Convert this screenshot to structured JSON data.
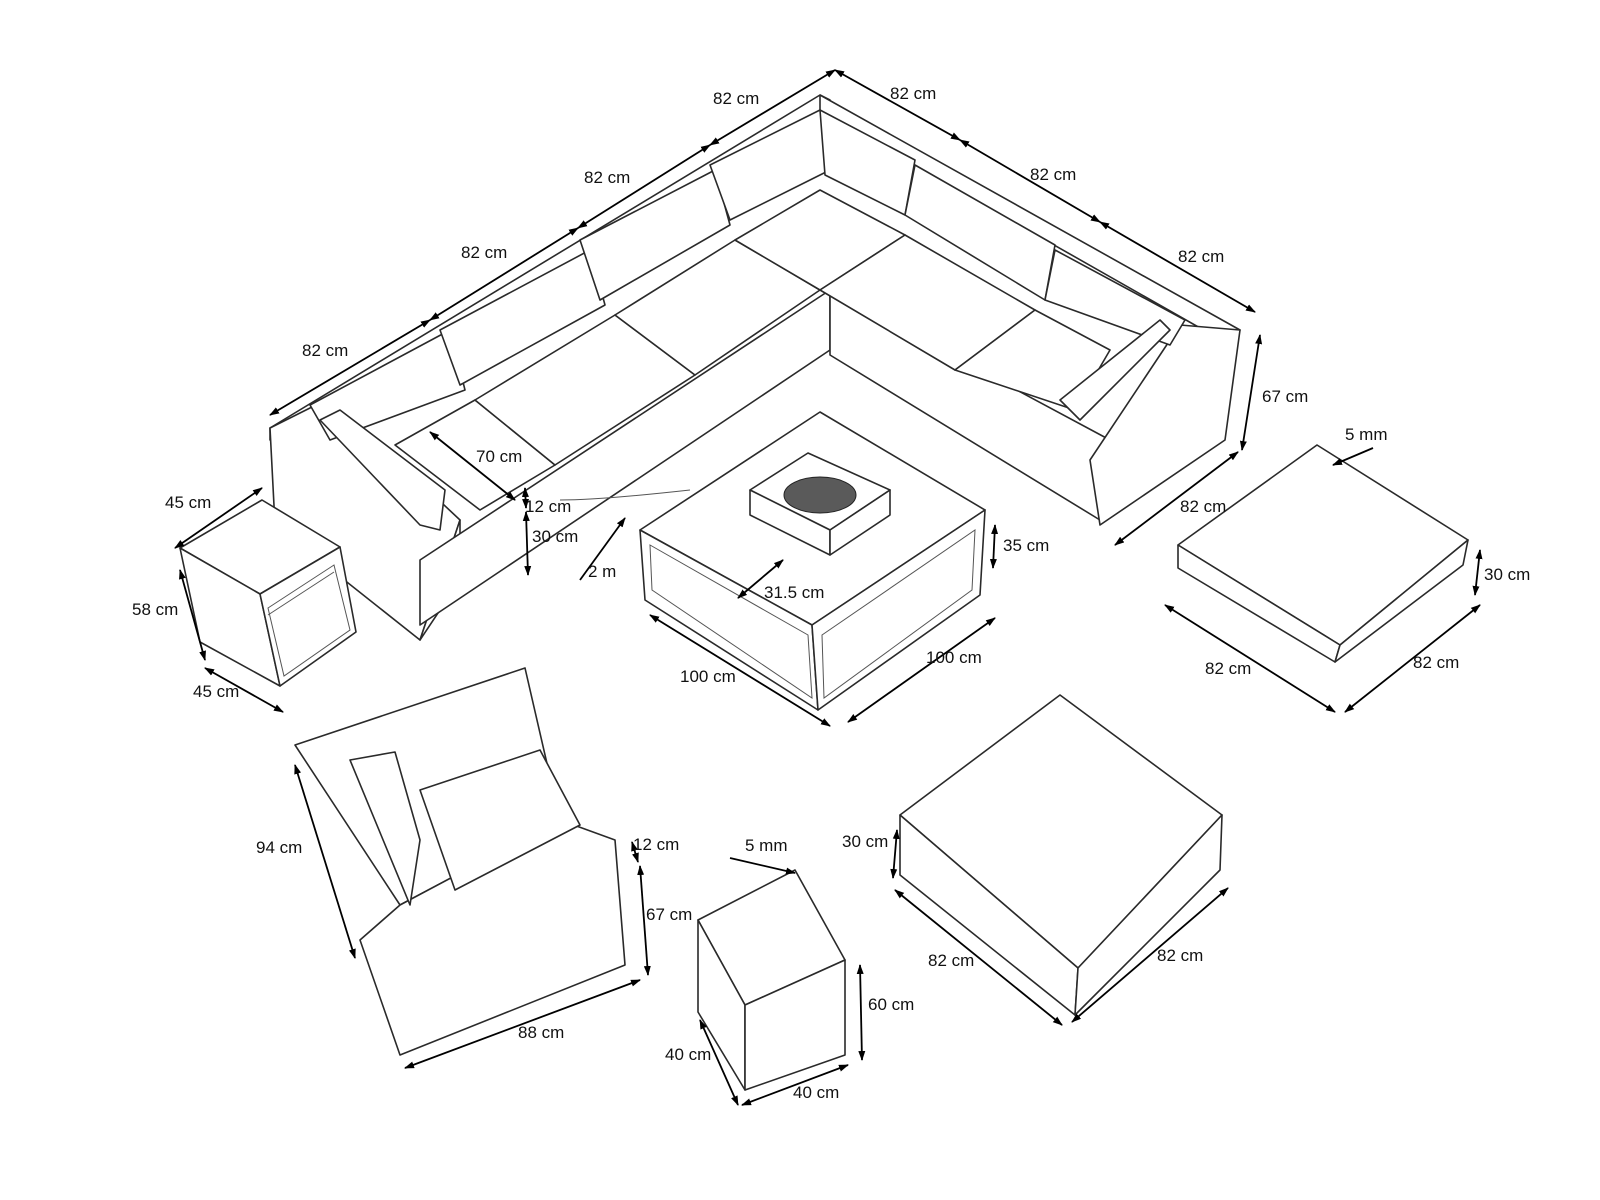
{
  "dimensions": {
    "sofa_top_left_1": "82 cm",
    "sofa_top_right_1": "82 cm",
    "sofa_top_left_2": "82 cm",
    "sofa_top_right_2": "82 cm",
    "sofa_top_left_3": "82 cm",
    "sofa_top_right_3": "82 cm",
    "sofa_top_left_4": "82 cm",
    "sofa_depth": "70 cm",
    "sofa_cushion_thickness": "12 cm",
    "sofa_seat_height": "30 cm",
    "rope_length": "2 m",
    "sofa_height": "67 cm",
    "sofa_right_width": "82 cm",
    "side_table_top": "45 cm",
    "side_table_height": "58 cm",
    "side_table_bottom": "45 cm",
    "fire_table_height": "35 cm",
    "fire_pit_width": "31.5 cm",
    "fire_table_left": "100 cm",
    "fire_table_right": "100 cm",
    "ottoman_gap": "5 mm",
    "ottoman_height": "30 cm",
    "ottoman_left": "82 cm",
    "ottoman_right": "82 cm",
    "armchair_depth": "94 cm",
    "armchair_cushion": "12 cm",
    "armchair_height": "67 cm",
    "armchair_width": "88 cm",
    "stool_gap": "5 mm",
    "stool_height": "60 cm",
    "stool_left": "40 cm",
    "stool_right": "40 cm",
    "ottoman2_height": "30 cm",
    "ottoman2_left": "82 cm",
    "ottoman2_right": "82 cm"
  }
}
